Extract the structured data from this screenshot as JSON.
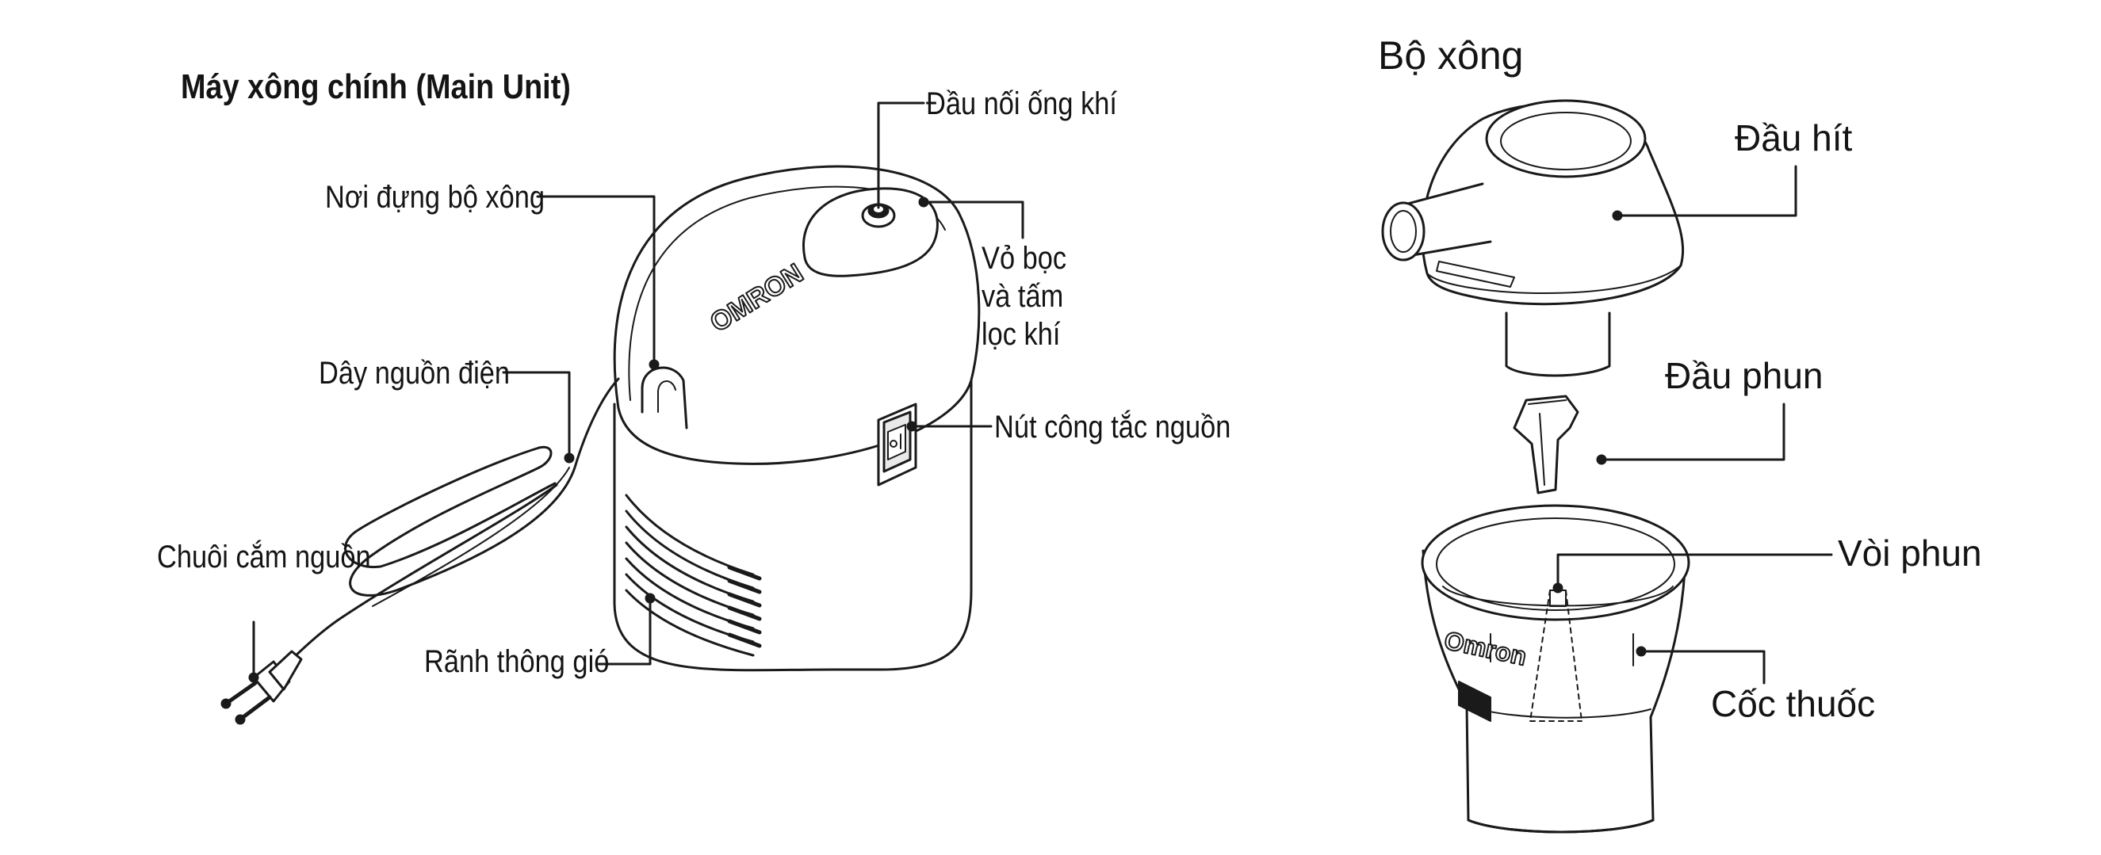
{
  "main_unit": {
    "title": "Máy xông chính (Main Unit)",
    "brand": "OMRON",
    "labels": {
      "air_tube_connector": "Đầu nối ống khí",
      "nebulizer_holder": "Nơi đựng bộ xông",
      "air_filter_cover": "Vỏ bọc\nvà tấm\nlọc khí",
      "power_cord": "Dây nguồn điện",
      "power_switch": "Nút công tắc nguồn",
      "plug": "Chuôi cắm nguồn",
      "ventilation_slots": "Rãnh thông gió"
    }
  },
  "nebulizer_kit": {
    "title": "Bộ xông",
    "brand": "Omron",
    "labels": {
      "inhalation_top": "Đầu hít",
      "vaporizer_head": "Đầu phun",
      "nozzle": "Vòi phun",
      "medication_cup": "Cốc thuốc"
    }
  },
  "colors": {
    "line": "#1a1a1a",
    "fill": "#ffffff",
    "shade": "#e9e9e9"
  }
}
